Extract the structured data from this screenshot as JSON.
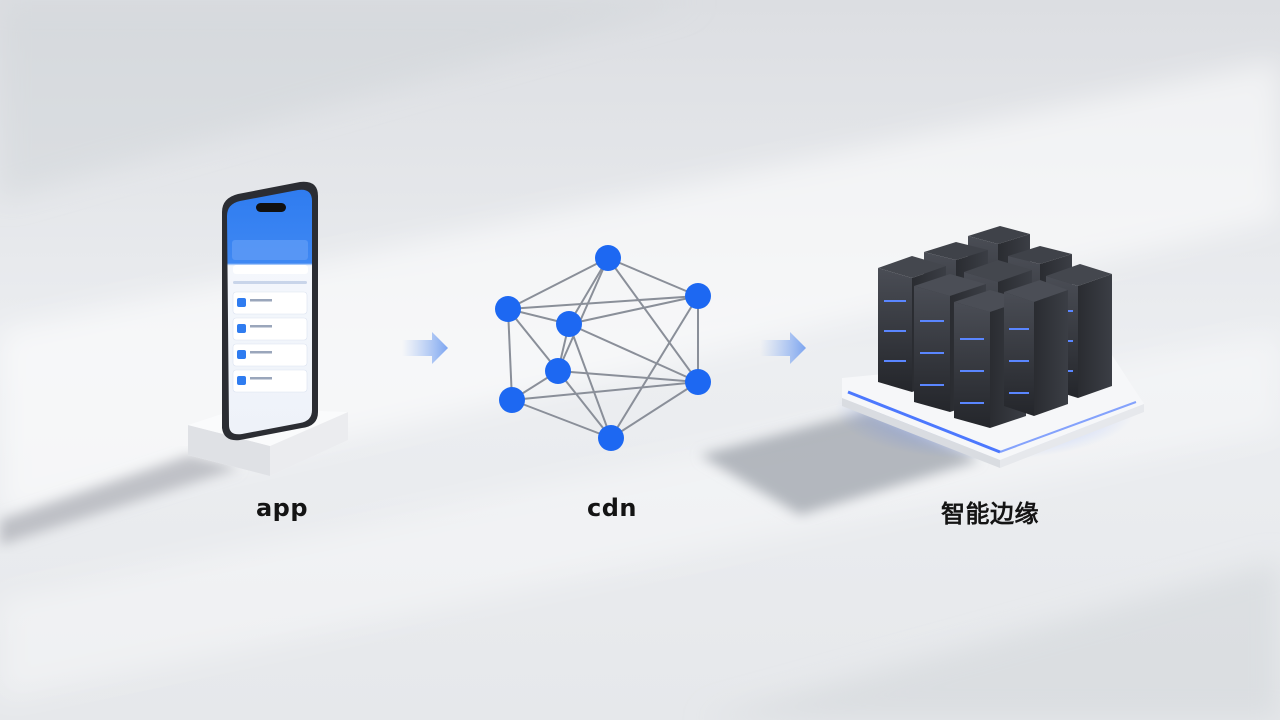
{
  "labels": {
    "app": "app",
    "cdn": "cdn",
    "edge": "智能边缘"
  },
  "colors": {
    "accent_blue": "#1f6bf0",
    "node_blue": "#1d68f2",
    "edge_glow": "#3a6bff",
    "label_text": "#141414",
    "background": "#e9ebee"
  },
  "icons": [
    "smartphone-icon",
    "network-graph-icon",
    "server-rack-icon",
    "arrow-right-icon"
  ]
}
